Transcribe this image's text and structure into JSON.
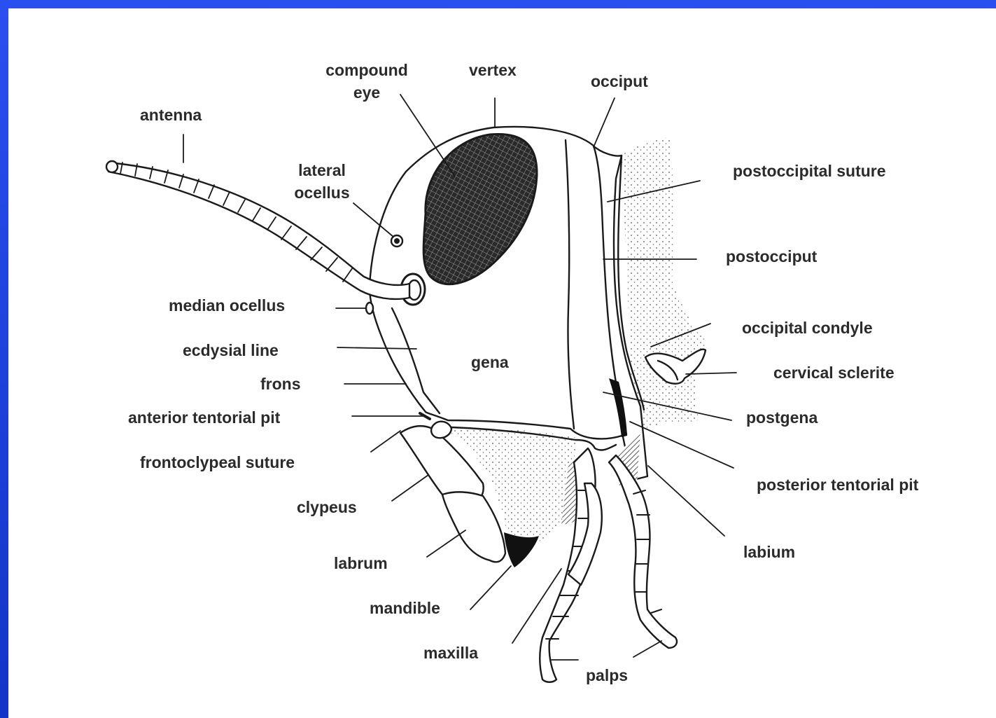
{
  "labels": {
    "compound_eye": [
      "compound",
      "eye"
    ],
    "vertex": "vertex",
    "occiput": "occiput",
    "antenna": "antenna",
    "lateral_ocellus": [
      "lateral",
      "ocellus"
    ],
    "postoccipital_suture": "postoccipital suture",
    "postocciput": "postocciput",
    "median_ocellus": "median ocellus",
    "occipital_condyle": "occipital condyle",
    "ecdysial_line": "ecdysial line",
    "gena": "gena",
    "cervical_sclerite": "cervical sclerite",
    "frons": "frons",
    "anterior_tentorial_pit": "anterior tentorial pit",
    "postgena": "postgena",
    "frontoclypeal_suture": "frontoclypeal suture",
    "posterior_tentorial_pit": "posterior tentorial pit",
    "clypeus": "clypeus",
    "labium": "labium",
    "labrum": "labrum",
    "mandible": "mandible",
    "maxilla": "maxilla",
    "palps": "palps"
  },
  "colors": {
    "frame": "#1a3fd8",
    "background": "#ffffff",
    "ink": "#1a1a1a",
    "label_text": "#2b2b2b"
  }
}
